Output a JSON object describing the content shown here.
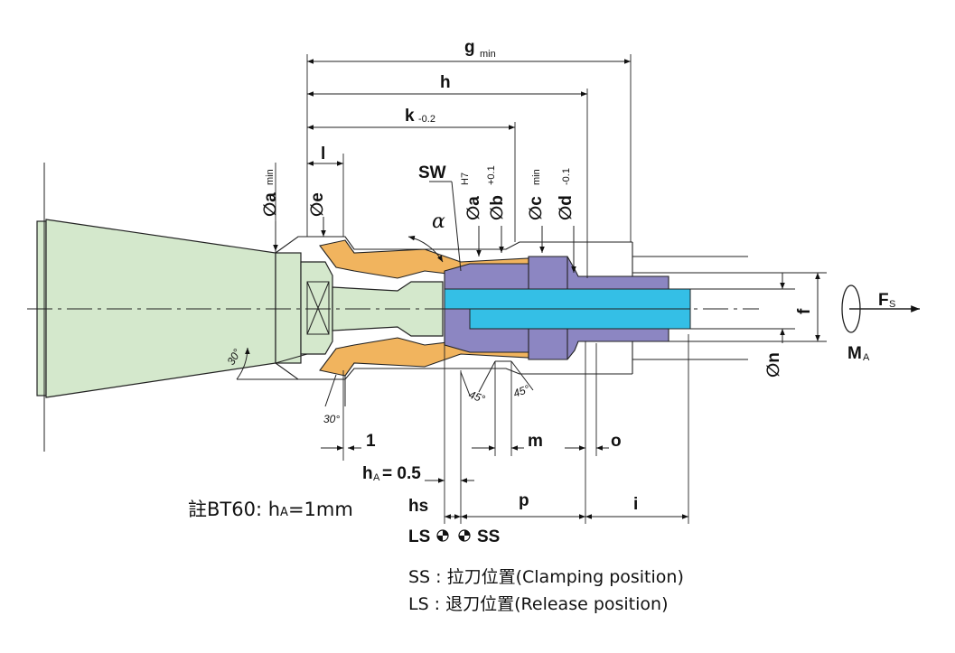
{
  "labels": {
    "g_min": "g",
    "g_min_sub": "min",
    "h": "h",
    "k": "k",
    "k_tol": "-0.2",
    "l": "l",
    "sw": "SW",
    "dia_a_min": "∅a",
    "dia_a_min_sub": "min",
    "dia_e": "∅e",
    "dia_a_h7": "∅a",
    "dia_a_h7_tol": "H7",
    "dia_b": "∅b",
    "dia_b_tol": "+0.1",
    "dia_c_min": "∅c",
    "dia_c_min_sub": "min",
    "dia_d": "∅d",
    "dia_d_tol": "-0.1",
    "alpha": "α",
    "angle_30_a": "30°",
    "angle_30_b": "30°",
    "angle_45_a": "45°",
    "angle_45_b": "45°",
    "f": "f",
    "dia_n": "∅n",
    "fs": "F",
    "fs_sub": "S",
    "ma": "M",
    "ma_sub": "A",
    "one": "1",
    "m": "m",
    "o": "o",
    "ha": "h",
    "ha_sub": "A",
    "ha_val": "= 0.5",
    "hs": "hs",
    "p": "p",
    "i": "i",
    "ls": "LS",
    "ss": "SS"
  },
  "notes": {
    "bt60": "註BT60: h",
    "bt60_sub": "A",
    "bt60_val": "=1mm",
    "ss_line": "SS : 拉刀位置(Clamping position)",
    "ls_line": "LS : 退刀位置(Release position)"
  },
  "colors": {
    "taper": "#d4e8cc",
    "collet": "#f1b45e",
    "drawbar": "#8c86c2",
    "rod": "#34bfe6",
    "outline": "#222222"
  }
}
